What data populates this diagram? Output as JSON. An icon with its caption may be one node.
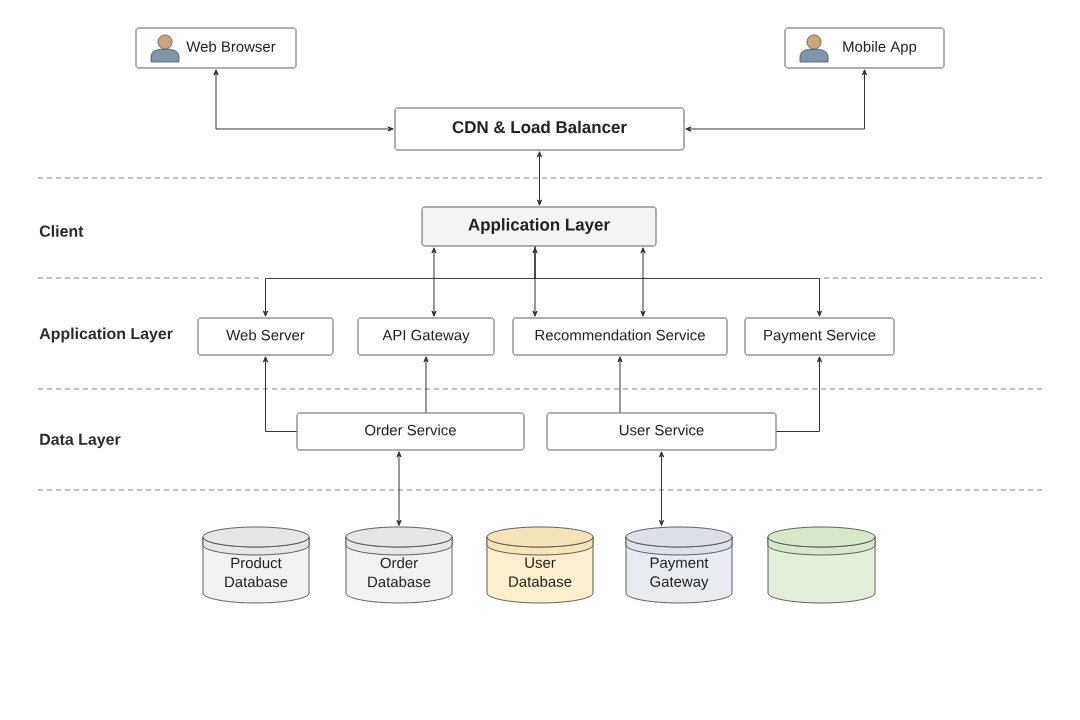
{
  "diagram": {
    "nodes": [
      {
        "text": [
          "Web Browser"
        ]
      },
      {
        "text": [
          "Mobile App"
        ]
      },
      {
        "text": [
          "CDN & Load Balancer"
        ]
      },
      {
        "text": [
          "Application Layer"
        ]
      },
      {
        "text": [
          "Web Server"
        ]
      },
      {
        "text": [
          "API Gateway"
        ]
      },
      {
        "text": [
          "Recommendation Service"
        ]
      },
      {
        "text": [
          "Payment Service"
        ]
      },
      {
        "text": [
          "Order Service"
        ]
      },
      {
        "text": [
          "User Service"
        ]
      },
      {
        "text": [
          "Product Database"
        ]
      },
      {
        "text": [
          "Order Database"
        ]
      },
      {
        "text": [
          "User Database"
        ]
      },
      {
        "text": [
          "Payment Gateway"
        ]
      },
      {
        "text": [],
        "shape": "cylinder"
      }
    ],
    "edges": [
      {
        "from": 0,
        "to": 2,
        "arrow": "both"
      },
      {
        "from": 1,
        "to": 2,
        "arrow": "both"
      },
      {
        "from": 2,
        "to": 3,
        "arrow": "both"
      },
      {
        "from": 3,
        "to": 4,
        "arrow": "to"
      },
      {
        "from": 3,
        "to": 5,
        "arrow": "both"
      },
      {
        "from": 3,
        "to": 6,
        "arrow": "both"
      },
      {
        "from": 3,
        "to": 6,
        "arrow": "both"
      },
      {
        "from": 3,
        "to": 7,
        "arrow": "to"
      },
      {
        "from": 8,
        "to": 4,
        "arrow": "to"
      },
      {
        "from": 8,
        "to": 5,
        "arrow": "to"
      },
      {
        "from": 9,
        "to": 6,
        "arrow": "to"
      },
      {
        "from": 9,
        "to": 7,
        "arrow": "to"
      },
      {
        "from": 8,
        "to": 11,
        "arrow": "both"
      },
      {
        "from": 9,
        "to": 13,
        "arrow": "both"
      }
    ],
    "labels": [
      "Client",
      "Application Layer",
      "Data Layer"
    ]
  }
}
